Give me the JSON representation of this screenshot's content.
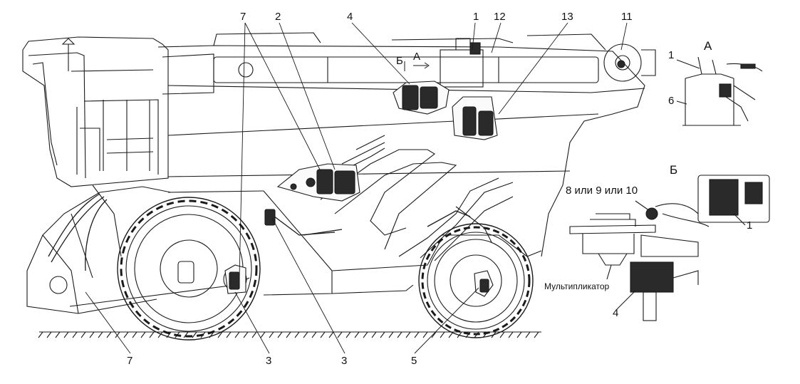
{
  "callouts": {
    "n1": "1",
    "n2": "2",
    "n3": "3",
    "n4": "4",
    "n5": "5",
    "n6": "6",
    "n7": "7",
    "n11": "11",
    "n12": "12",
    "n13": "13",
    "n8_9_10": "8 или 9 или 10"
  },
  "view_labels": {
    "a": "А",
    "b": "Б"
  },
  "inset_caption": "Мультипликатор",
  "colors": {
    "line": "#1a1a1a",
    "detail": "#2a2a2a",
    "fill_light": "#f4f4f4"
  }
}
